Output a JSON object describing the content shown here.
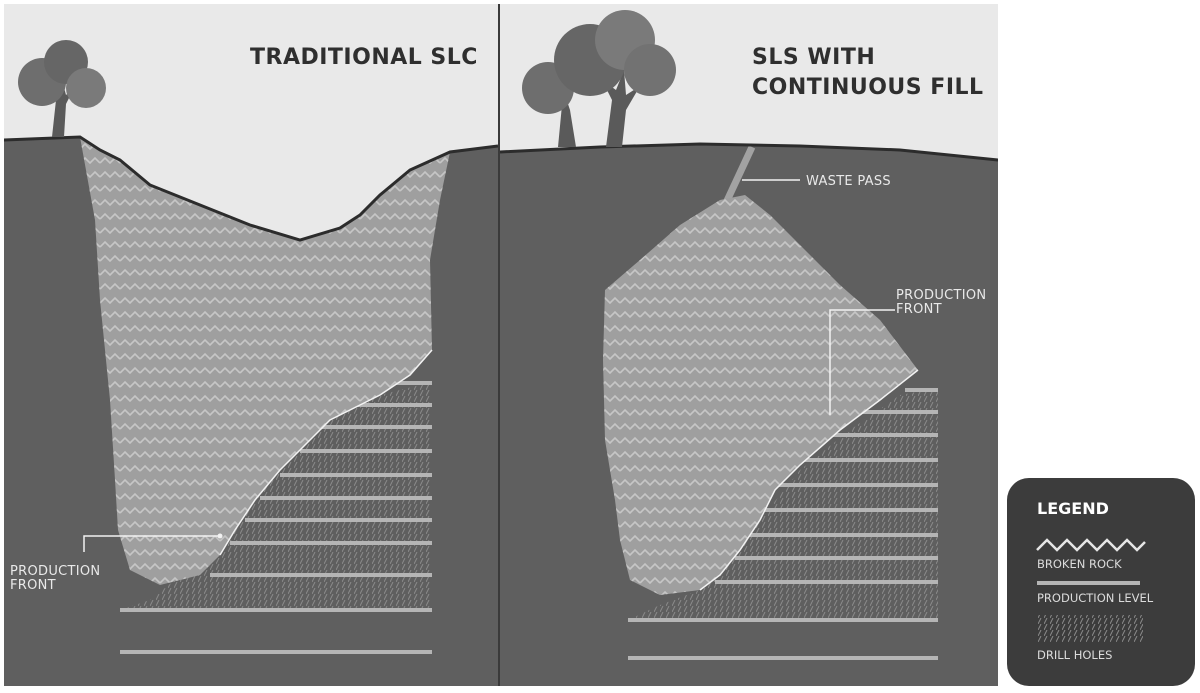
{
  "panels": {
    "left": {
      "title": "TRADITIONAL SLC",
      "production_front_line1": "PRODUCTION",
      "production_front_line2": "FRONT"
    },
    "right": {
      "title_line1": "SLS WITH",
      "title_line2": "CONTINUOUS FILL",
      "waste_pass": "WASTE PASS",
      "production_front_line1": "PRODUCTION",
      "production_front_line2": "FRONT"
    }
  },
  "legend": {
    "title": "LEGEND",
    "items": [
      {
        "label": "BROKEN ROCK",
        "icon": "zigzag-icon"
      },
      {
        "label": "PRODUCTION LEVEL",
        "icon": "line-icon"
      },
      {
        "label": "DRILL HOLES",
        "icon": "hatch-icon"
      }
    ]
  },
  "colors": {
    "sky": "#e9e9e9",
    "ground": "#5f5f5f",
    "broken_rock": "#9f9f9f",
    "production_level": "#b5b5b5",
    "tree": "#6f6f6f",
    "legend_bg": "#3c3c3c"
  }
}
